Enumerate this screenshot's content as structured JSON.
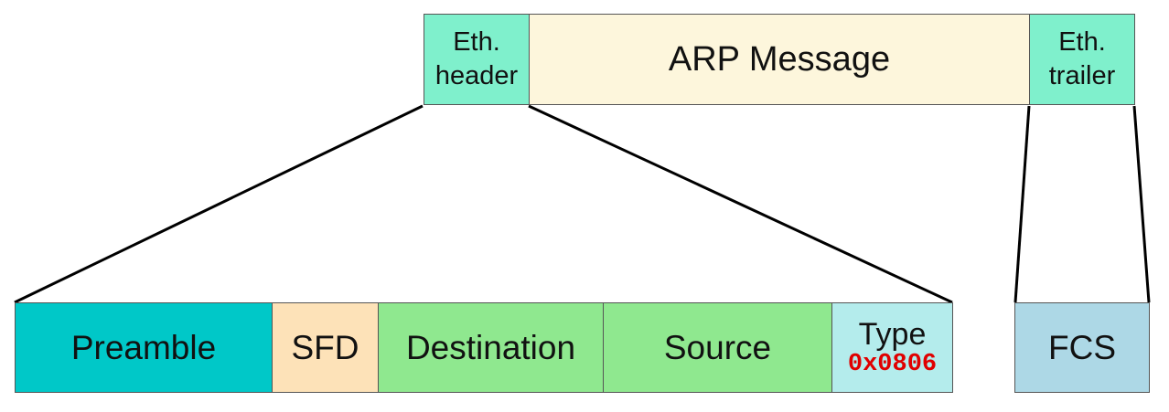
{
  "top_row": {
    "eth_header": "Eth.\nheader",
    "arp_message": "ARP Message",
    "eth_trailer": "Eth.\ntrailer"
  },
  "bottom_row": {
    "preamble": "Preamble",
    "sfd": "SFD",
    "destination": "Destination",
    "source": "Source",
    "type_label": "Type",
    "type_value": "0x0806",
    "fcs": "FCS"
  },
  "colors": {
    "eth_header_fill": "#7ff0cc",
    "arp_message_fill": "#fdf6dc",
    "eth_trailer_fill": "#7ff0cc",
    "preamble_fill": "#00c8c8",
    "sfd_fill": "#fde2b8",
    "destination_fill": "#8fe88f",
    "source_fill": "#8fe88f",
    "type_fill": "#b4ecec",
    "type_value_color": "#e00000",
    "fcs_fill": "#add8e6"
  }
}
